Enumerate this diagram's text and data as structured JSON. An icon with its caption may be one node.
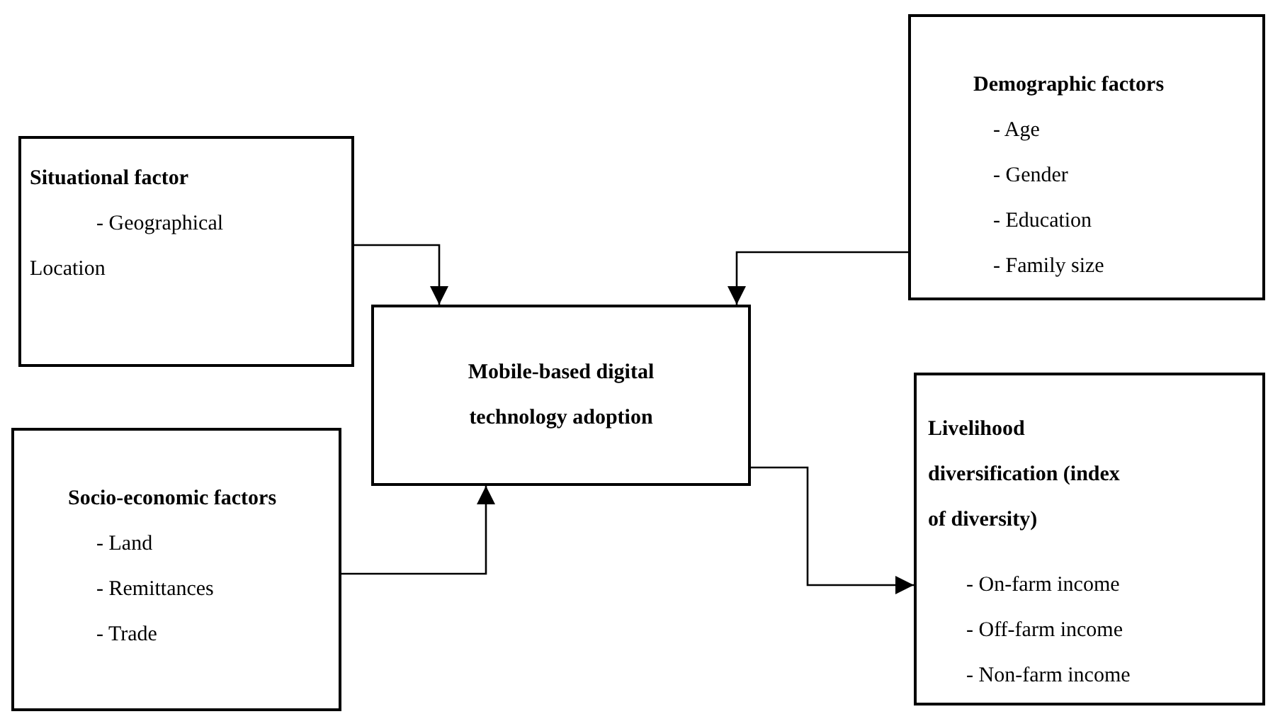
{
  "diagram": {
    "nodes": [
      {
        "text": [
          "Situational factor",
          "- Geographical Location"
        ]
      },
      {
        "text": [
          "Demographic factors",
          "- Age",
          "- Gender",
          "- Education",
          "- Family size"
        ]
      },
      {
        "text": [
          "Mobile-based digital technology adoption"
        ]
      },
      {
        "text": [
          "Socio-economic factors",
          "- Land",
          "- Remittances",
          "- Trade"
        ]
      },
      {
        "text": [
          "Livelihood diversification (index of diversity)",
          "- On-farm income",
          "- Off-farm income",
          "- Non-farm income"
        ]
      }
    ],
    "edges": [
      {
        "from": 0,
        "to": 2,
        "arrow": "to"
      },
      {
        "from": 1,
        "to": 2,
        "arrow": "to"
      },
      {
        "from": 3,
        "to": 2,
        "arrow": "to"
      },
      {
        "from": 2,
        "to": 4,
        "arrow": "to"
      }
    ]
  }
}
